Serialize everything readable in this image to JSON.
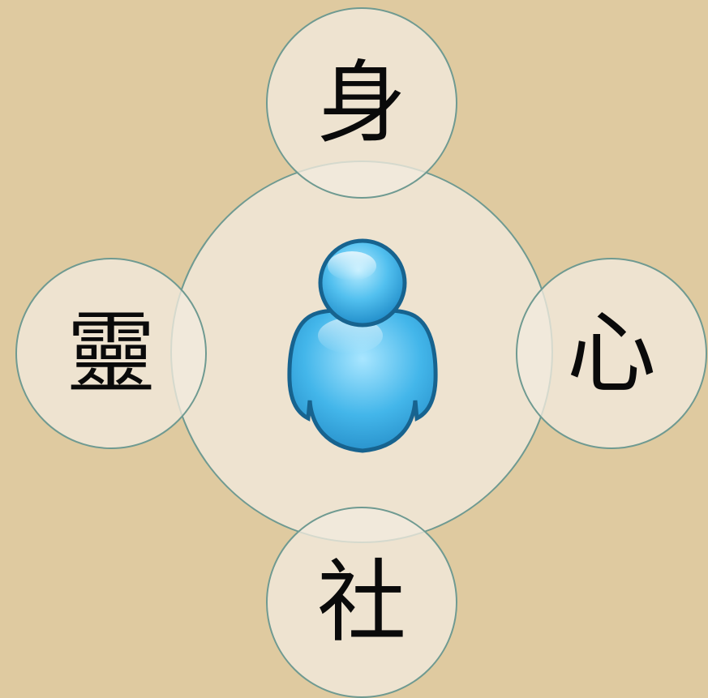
{
  "diagram": {
    "center": {
      "icon": "user-icon"
    },
    "nodes": [
      {
        "position": "top",
        "label": "身"
      },
      {
        "position": "right",
        "label": "心"
      },
      {
        "position": "bottom",
        "label": "社"
      },
      {
        "position": "left",
        "label": "靈"
      }
    ]
  },
  "colors": {
    "background": "#dfcaa0",
    "circle_fill": "#f2ebde",
    "circle_stroke": "#6f9a91",
    "icon_blue": "#2fa3d8"
  }
}
